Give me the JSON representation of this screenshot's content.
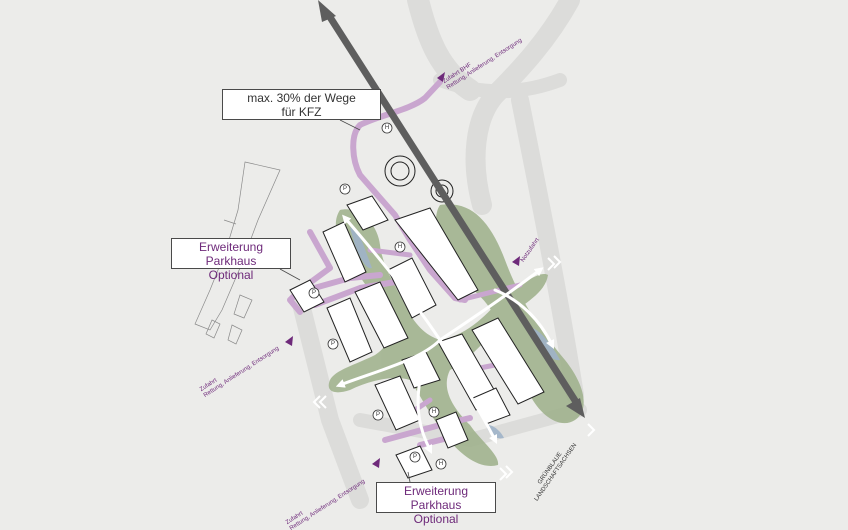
{
  "callouts": {
    "kfz": {
      "line1": "max. 30% der Wege",
      "line2": "für KFZ"
    },
    "parkhaus_north": {
      "line1": "Erweiterung Parkhaus",
      "line2": "Optional"
    },
    "parkhaus_south": {
      "line1": "Erweiterung Parkhaus",
      "line2": "Optional"
    }
  },
  "access_labels": {
    "bhf": {
      "line1": "Zufahrt BHF",
      "line2": "Rettung, Anlieferung, Entsorgung"
    },
    "west": {
      "line1": "Zufahrt",
      "line2": "Rettung, Anlieferung, Entsorgung"
    },
    "south": {
      "line1": "Zufahrt",
      "line2": "Rettung, Anlieferung, Entsorgung"
    },
    "notzufahrt": "Notzufahrt"
  },
  "landscape_label": {
    "line1": "GRÜNBLAUE",
    "line2": "LANDSCHAFTSACHSEN"
  },
  "symbols": {
    "parking": "P",
    "stop": "H"
  },
  "colors": {
    "background": "#ececea",
    "road_light": "#dcdcda",
    "route_purple": "#c9a6cf",
    "label_purple": "#6e2a7a",
    "green_axis": "#9db089",
    "water_blue": "#9fb2c8",
    "arrow_dark": "#5e5e5e"
  }
}
